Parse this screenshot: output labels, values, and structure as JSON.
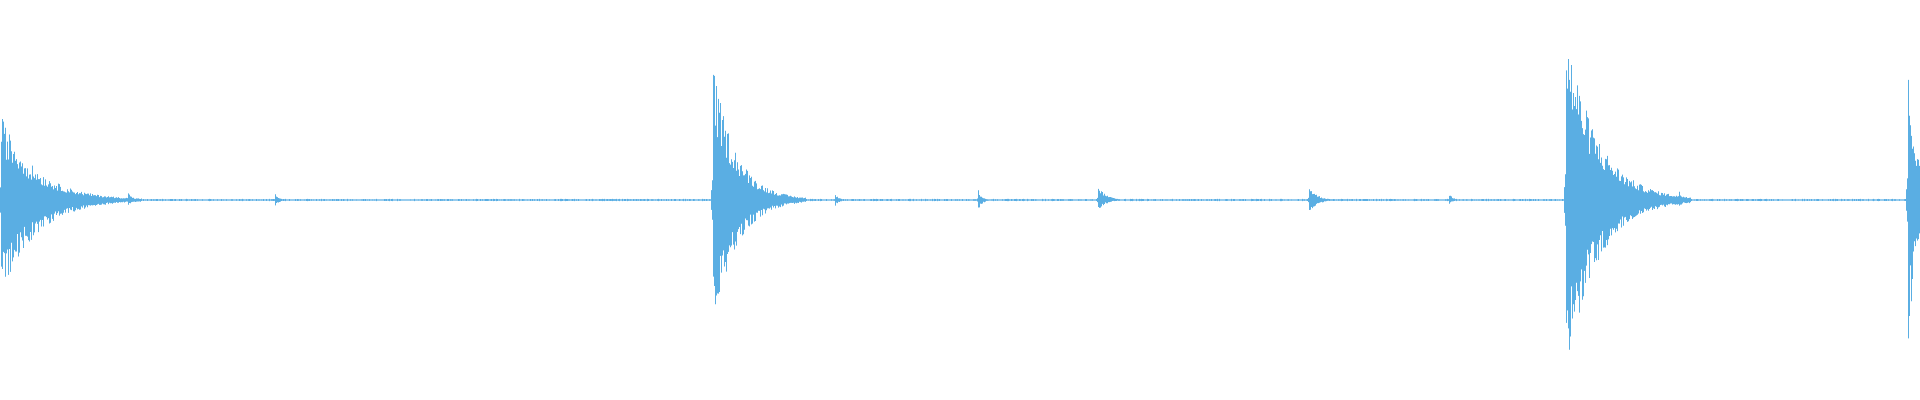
{
  "waveform": {
    "color": "#5aaee3",
    "transients": [
      {
        "at": 0.0003,
        "peak_up": 0.42,
        "peak_down": 0.47,
        "decay": 0.018
      },
      {
        "at": 0.0275,
        "peak_up": 0.06,
        "peak_down": 0.06,
        "decay": 0.006
      },
      {
        "at": 0.0665,
        "peak_up": 0.04,
        "peak_down": 0.03,
        "decay": 0.002
      },
      {
        "at": 0.143,
        "peak_up": 0.03,
        "peak_down": 0.03,
        "decay": 0.002
      },
      {
        "at": 0.3715,
        "peak_up": 0.66,
        "peak_down": 0.66,
        "decay": 0.012
      },
      {
        "at": 0.435,
        "peak_up": 0.03,
        "peak_down": 0.03,
        "decay": 0.002
      },
      {
        "at": 0.5095,
        "peak_up": 0.05,
        "peak_down": 0.05,
        "decay": 0.002
      },
      {
        "at": 0.572,
        "peak_up": 0.07,
        "peak_down": 0.05,
        "decay": 0.004
      },
      {
        "at": 0.682,
        "peak_up": 0.07,
        "peak_down": 0.06,
        "decay": 0.004
      },
      {
        "at": 0.7545,
        "peak_up": 0.03,
        "peak_down": 0.02,
        "decay": 0.002
      },
      {
        "at": 0.8158,
        "peak_up": 0.86,
        "peak_down": 0.86,
        "decay": 0.016
      },
      {
        "at": 0.8745,
        "peak_up": 0.05,
        "peak_down": 0.05,
        "decay": 0.002
      },
      {
        "at": 0.994,
        "peak_up": 0.72,
        "peak_down": 0.74,
        "decay": 0.004
      }
    ],
    "noise_floor": 0.004
  }
}
